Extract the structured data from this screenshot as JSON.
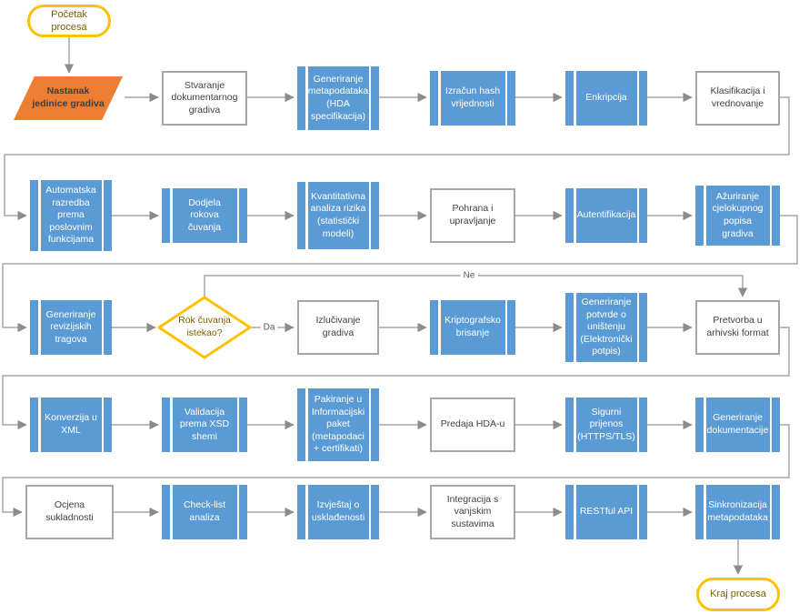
{
  "colors": {
    "process_blue": "#5B9BD5",
    "input_orange": "#ED7D31",
    "terminator_yellow": "#FFC000",
    "connector_gray": "#A6A6A6"
  },
  "terminators": {
    "start": {
      "label": "Početak procesa"
    },
    "end": {
      "label": "Kraj procesa"
    }
  },
  "decision": {
    "label": "Rok čuvanja istekao?",
    "yes_label": "Da",
    "no_label": "Ne"
  },
  "nodes": {
    "nastanak": {
      "label": "Nastanak jedinice gradiva",
      "type": "input"
    },
    "stvaranje": {
      "label": "Stvaranje dokumentarnog gradiva",
      "type": "process"
    },
    "metapodaci": {
      "label": "Generiranje metapodataka (HDA specifikacija)",
      "type": "predefined"
    },
    "hash": {
      "label": "Izračun hash vrijednosti",
      "type": "predefined"
    },
    "enkripcija": {
      "label": "Enkripcija",
      "type": "predefined"
    },
    "klasifikacija": {
      "label": "Klasifikacija i vrednovanje",
      "type": "process"
    },
    "razredba": {
      "label": "Automatska razredba prema poslovnim funkcijama",
      "type": "predefined"
    },
    "rokovi": {
      "label": "Dodjela rokova čuvanja",
      "type": "predefined"
    },
    "analiza_rizika": {
      "label": "Kvantitativna analiza rizika (statistički modeli)",
      "type": "predefined"
    },
    "pohrana": {
      "label": "Pohrana i upravljanje",
      "type": "process"
    },
    "autentifikacija": {
      "label": "Autentifikacija",
      "type": "predefined"
    },
    "azuriranje": {
      "label": "Ažuriranje cjelokupnog popisa gradiva",
      "type": "predefined"
    },
    "revizijski": {
      "label": "Generiranje revizijskih tragova",
      "type": "predefined"
    },
    "izlucivanje": {
      "label": "Izlučivanje gradiva",
      "type": "process"
    },
    "brisanje": {
      "label": "Kriptografsko brisanje",
      "type": "predefined"
    },
    "potvrda": {
      "label": "Generiranje potvrde o uništenju (Elektronički potpis)",
      "type": "predefined"
    },
    "pretvorba": {
      "label": "Pretvorba u arhivski format",
      "type": "process"
    },
    "konverzija": {
      "label": "Konverzija u XML",
      "type": "predefined"
    },
    "validacija": {
      "label": "Validacija prema XSD shemi",
      "type": "predefined"
    },
    "pakiranje": {
      "label": "Pakiranje u Informacijski paket (metapodaci + certifikati)",
      "type": "predefined"
    },
    "predaja": {
      "label": "Predaja HDA-u",
      "type": "process"
    },
    "prijenos": {
      "label": "Sigurni prijenos (HTTPS/TLS)",
      "type": "predefined"
    },
    "dokumentacija": {
      "label": "Generiranje dokumentacije",
      "type": "predefined"
    },
    "ocjena": {
      "label": "Ocjena sukladnosti",
      "type": "process"
    },
    "checklist": {
      "label": "Check-list analiza",
      "type": "predefined"
    },
    "izvjestaj": {
      "label": "Izvještaj o usklađenosti",
      "type": "predefined"
    },
    "integracija": {
      "label": "Integracija s vanjskim sustavima",
      "type": "process"
    },
    "restful": {
      "label": "RESTful API",
      "type": "predefined"
    },
    "sinkronizacija": {
      "label": "Sinkronizacija metapodataka",
      "type": "predefined"
    }
  }
}
